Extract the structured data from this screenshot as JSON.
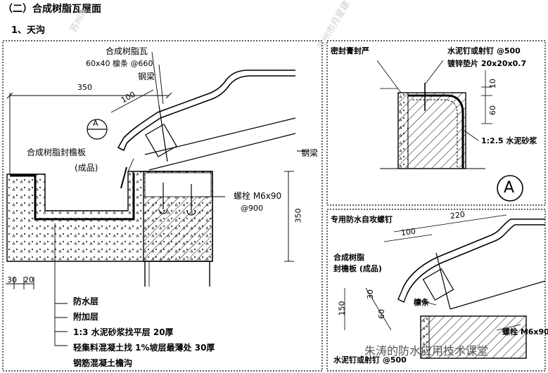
{
  "headings": {
    "section": "（二）合成树脂瓦屋面",
    "item": "1、天沟"
  },
  "main_detail": {
    "labels": {
      "tile": "合成树脂瓦",
      "purlin": "60x40 檩条 @660",
      "steel_beam_top": "钢梁",
      "eave_board": "合成树脂封檐板",
      "finished": "(成品)",
      "steel_beam_right": "钢梁",
      "bolt": "螺栓 M6x90",
      "bolt_spacing": "@900",
      "callout": "A"
    },
    "dimensions": {
      "width_350": "350",
      "width_100": "100",
      "height_350": "350",
      "bottom_30": "30",
      "bottom_20": "20"
    },
    "layers": [
      "防水层",
      "附加层",
      "1:3 水泥砂浆找平层 20厚",
      "轻集料混凝土找 1%坡层最薄处 30厚",
      "钢筋混凝土檐沟"
    ]
  },
  "detail_a": {
    "labels": {
      "sealant": "密封膏封严",
      "nail": "水泥钉或射钉 @500",
      "washer": "镀锌垫片 20x20x0.7",
      "mortar": "1:2.5 水泥砂浆",
      "callout": "A"
    },
    "dimensions": {
      "d10": "10",
      "d60": "60"
    }
  },
  "detail_b": {
    "labels": {
      "screw": "专用防水自攻螺钉",
      "resin": "合成树脂",
      "eave_board": "封檐板 (成品)",
      "purlin": "檩条",
      "bolt": "螺栓 M6x90",
      "nail": "水泥钉或射钉 @500"
    },
    "dimensions": {
      "d220": "220",
      "d100": "100",
      "d150": "150",
      "d30": "30",
      "d60": "60"
    }
  },
  "watermark": {
    "left": "苏州市",
    "right": "苏州市月星建"
  },
  "footer": {
    "brand": "朱涛的防水应用技术课堂"
  }
}
